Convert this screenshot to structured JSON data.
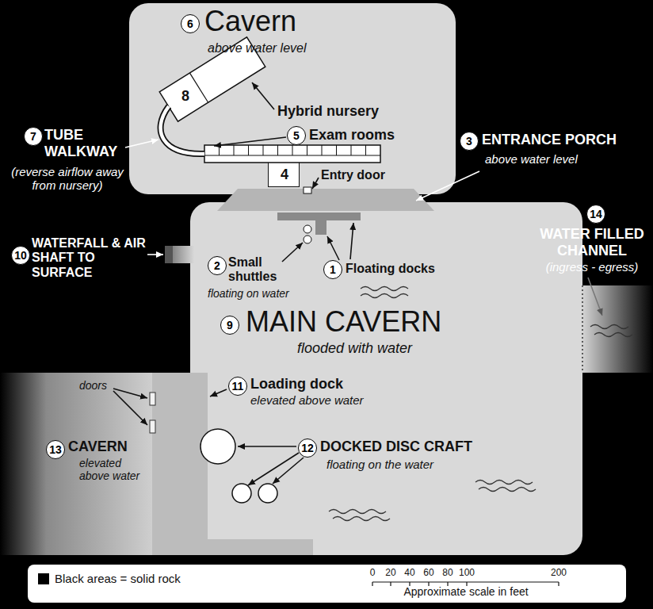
{
  "diagram": {
    "nodes": [
      {
        "text": [
          "Cavern",
          "above water level"
        ]
      },
      {
        "text": [
          "8"
        ],
        "in": 0
      },
      {
        "text": [
          "4"
        ],
        "in": 0
      },
      {
        "text": [
          "MAIN CAVERN",
          "flooded with water"
        ]
      },
      {
        "text": [
          "CAVERN",
          "elevated above water"
        ]
      }
    ],
    "labels": [
      "6",
      "7",
      "TUBE WALKWAY",
      "(reverse airflow away from nursery)",
      "Hybrid nursery",
      "5",
      "Exam rooms",
      "Entry door",
      "3",
      "ENTRANCE PORCH",
      "above water level",
      "10",
      "WATERFALL & AIR SHAFT TO SURFACE",
      "2",
      "Small shuttles",
      "floating on water",
      "1",
      "Floating docks",
      "14",
      "WATER FILLED CHANNEL",
      "(ingress - egress)",
      "9",
      "doors",
      "11",
      "Loading dock",
      "elevated above water",
      "13",
      "12",
      "DOCKED DISC CRAFT",
      "floating on the water",
      "0",
      "20",
      "40",
      "60",
      "80",
      "100",
      "200",
      "Approximate scale in feet"
    ],
    "legend": [
      {
        "text": "Black areas = solid rock",
        "color": "#000000"
      }
    ]
  }
}
